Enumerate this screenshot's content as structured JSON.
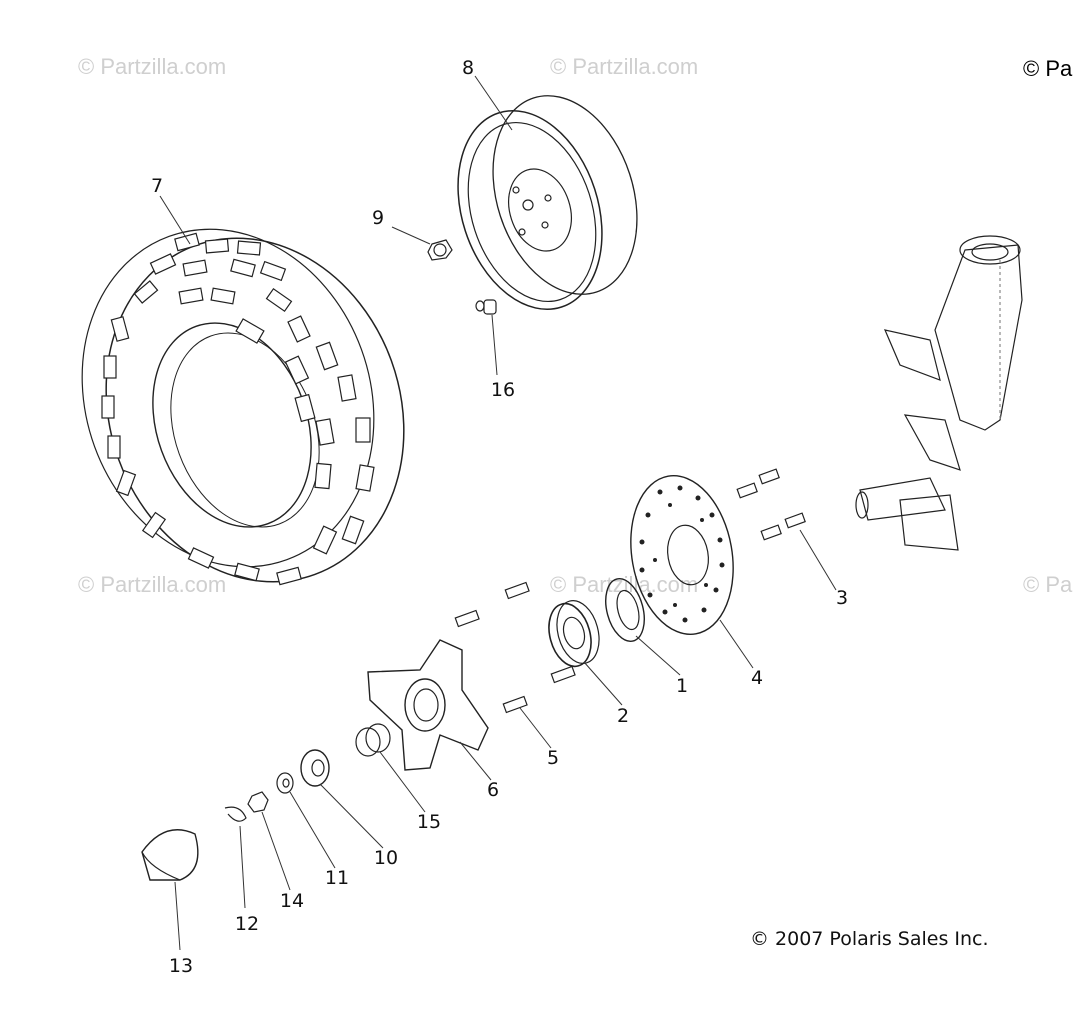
{
  "watermarks": {
    "w1": "© Partzilla.com",
    "w2": "© Partzilla.com",
    "w3": "© Partzilla.com",
    "w4": "© Partzilla.com",
    "w5": "© Pa",
    "w6": "© Pa"
  },
  "copyright": "© 2007 Polaris Sales Inc.",
  "callouts": {
    "c1": "1",
    "c2": "2",
    "c3": "3",
    "c4": "4",
    "c5": "5",
    "c6": "6",
    "c7": "7",
    "c8": "8",
    "c9": "9",
    "c10": "10",
    "c11": "11",
    "c12": "12",
    "c13": "13",
    "c14": "14",
    "c15": "15",
    "c16": "16"
  }
}
